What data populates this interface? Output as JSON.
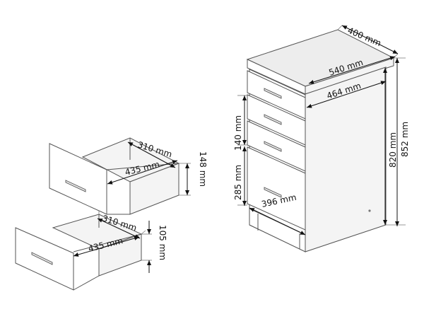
{
  "labels": {
    "depth_top": "400 mm",
    "width_top": "540 mm",
    "inner_width": "464 mm",
    "total_height": "852 mm",
    "body_height": "820 mm",
    "small_drawer_front": "140 mm",
    "large_drawer_front": "285 mm",
    "drawer_front_width": "396 mm",
    "upper_drawer_depth": "310 mm",
    "upper_drawer_length": "435 mm",
    "upper_drawer_height": "148 mm",
    "lower_drawer_depth": "310 mm",
    "lower_drawer_length": "435 mm",
    "lower_drawer_height": "105 mm"
  }
}
